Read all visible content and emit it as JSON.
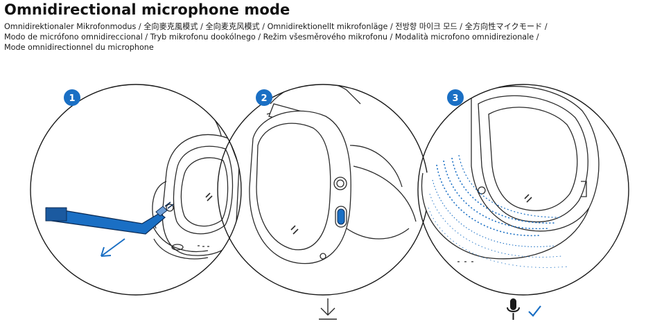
{
  "title": "Omnidirectional microphone mode",
  "subtitle_lines": [
    "Omnidirektionaler Mikrofonmodus / 全向麥克風模式 / 全向麦克风模式 / Omnidirektionellt mikrofonläge / 전방향 마이크 모드 / 全方向性マイクモード /",
    "Modo de micrófono omnidireccional / Tryb mikrofonu dookólnego / Režim všesměrového mikrofonu / Modalità microfono omnidirezionale /",
    "Mode omnidirectionnel du microphone"
  ],
  "steps": [
    {
      "number": "1",
      "description": "boom-mic-removed"
    },
    {
      "number": "2",
      "description": "mic-button-press"
    },
    {
      "number": "3",
      "description": "omnidirectional-pickup"
    }
  ],
  "colors": {
    "accent": "#1a6fc4",
    "line": "#2a2a2a",
    "text": "#111111"
  },
  "icons": [
    "download-arrow-icon",
    "microphone-icon",
    "checkmark-icon"
  ]
}
